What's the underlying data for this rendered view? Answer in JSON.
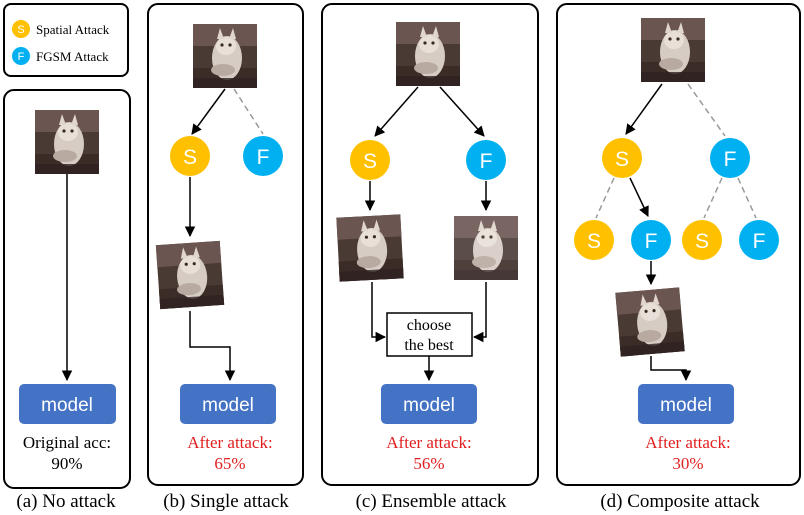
{
  "legend": {
    "spatial": {
      "glyph": "S",
      "label": "Spatial Attack",
      "color": "#ffc000"
    },
    "fgsm": {
      "glyph": "F",
      "label": "FGSM Attack",
      "color": "#00b0f0"
    }
  },
  "colors": {
    "model_box": "#4472c4",
    "result_red": "#e02020"
  },
  "nodes": {
    "spatial_glyph": "S",
    "fgsm_glyph": "F"
  },
  "model_label": "model",
  "choose_box": {
    "line1": "choose",
    "line2": "the best"
  },
  "panels": {
    "a": {
      "result_line1": "Original acc:",
      "result_line2": "90%",
      "caption": "(a) No attack"
    },
    "b": {
      "result_line1": "After attack:",
      "result_line2": "65%",
      "caption": "(b) Single attack"
    },
    "c": {
      "result_line1": "After attack:",
      "result_line2": "56%",
      "caption": "(c) Ensemble attack"
    },
    "d": {
      "result_line1": "After attack:",
      "result_line2": "30%",
      "caption": "(d) Composite attack"
    }
  }
}
